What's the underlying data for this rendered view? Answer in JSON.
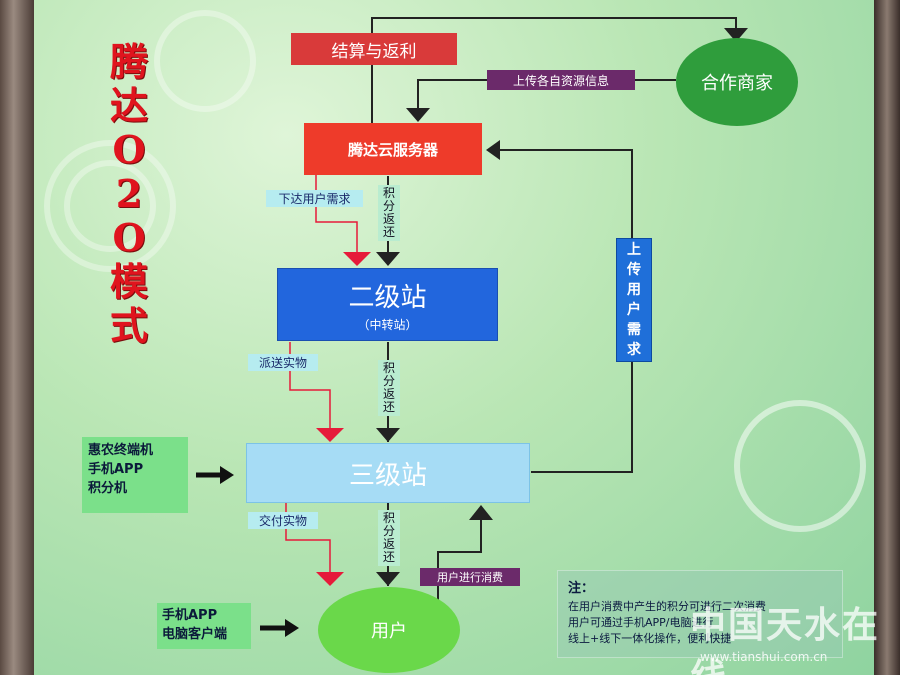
{
  "title_chars": [
    "腾",
    "达",
    "O",
    "2",
    "O",
    "模",
    "式"
  ],
  "settlement_box": "结算与返利",
  "partner": "合作商家",
  "upload_resources": "上传各自资源信息",
  "cloud_server": "腾达云服务器",
  "send_user_demand": "下达用户需求",
  "points_return": [
    "积",
    "分",
    "返",
    "还"
  ],
  "level2": {
    "title": "二级站",
    "subtitle": "（中转站）"
  },
  "deliver_goods": "派送实物",
  "level3": {
    "title": "三级站"
  },
  "upload_user_demand": [
    "上",
    "传",
    "用",
    "户",
    "需",
    "求"
  ],
  "terminals": [
    "惠农终端机",
    "手机APP",
    "积分机"
  ],
  "handover_goods": "交付实物",
  "user_consume": "用户进行消费",
  "user": "用户",
  "user_devices": [
    "手机APP",
    "电脑客户端"
  ],
  "note": {
    "heading": "注：",
    "lines": [
      "在用户消费中产生的积分可进行二次消费",
      "用户可通过手机APP/电脑进行",
      "线上+线下一体化操作，便利快捷"
    ]
  },
  "watermark": "中国天水在线",
  "watermark_url": "www.tianshui.com.cn",
  "colors": {
    "red": "#ee3b2a",
    "blue": "#2266dd",
    "light_blue": "#a6dcf5",
    "green": "#2f9d3c",
    "title_red": "#e0141e"
  }
}
